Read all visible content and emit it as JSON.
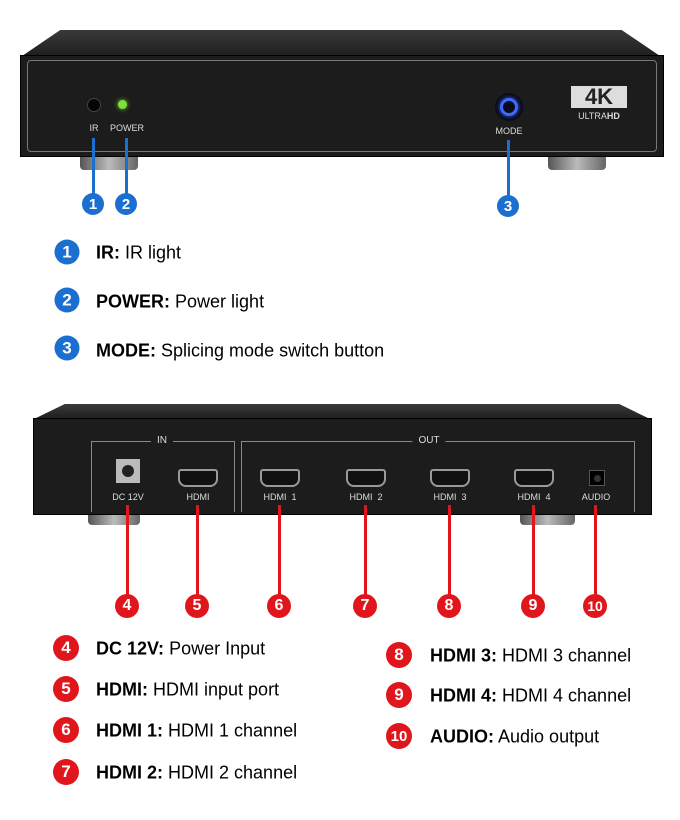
{
  "front": {
    "labels": {
      "ir": "IR",
      "power": "POWER",
      "mode": "MODE"
    },
    "logo": {
      "big": "4K",
      "ultra": "ULTRA",
      "hd": "HD"
    }
  },
  "rear": {
    "in_label": "IN",
    "out_label": "OUT",
    "ports": [
      "DC 12V",
      "HDMI",
      "HDMI  1",
      "HDMI  2",
      "HDMI  3",
      "HDMI  4",
      "AUDIO"
    ]
  },
  "legend_front": [
    {
      "num": "1",
      "name": "IR",
      "desc": "IR light"
    },
    {
      "num": "2",
      "name": "POWER",
      "desc": "Power light"
    },
    {
      "num": "3",
      "name": "MODE",
      "desc": "Splicing mode switch button"
    }
  ],
  "legend_rear": [
    {
      "num": "4",
      "name": "DC 12V",
      "desc": "Power Input"
    },
    {
      "num": "5",
      "name": "HDMI",
      "desc": "HDMI input port"
    },
    {
      "num": "6",
      "name": "HDMI 1",
      "desc": "HDMI 1 channel"
    },
    {
      "num": "7",
      "name": "HDMI 2",
      "desc": "HDMI 2 channel"
    },
    {
      "num": "8",
      "name": "HDMI 3",
      "desc": "HDMI 3 channel"
    },
    {
      "num": "9",
      "name": "HDMI 4",
      "desc": "HDMI 4 channel"
    },
    {
      "num": "10",
      "name": "AUDIO",
      "desc": "Audio output"
    }
  ],
  "colors": {
    "front_callout": "#1a6fd0",
    "rear_callout": "#e0161c",
    "power_led": "#7de03a",
    "mode_led": "#2a5cff"
  }
}
